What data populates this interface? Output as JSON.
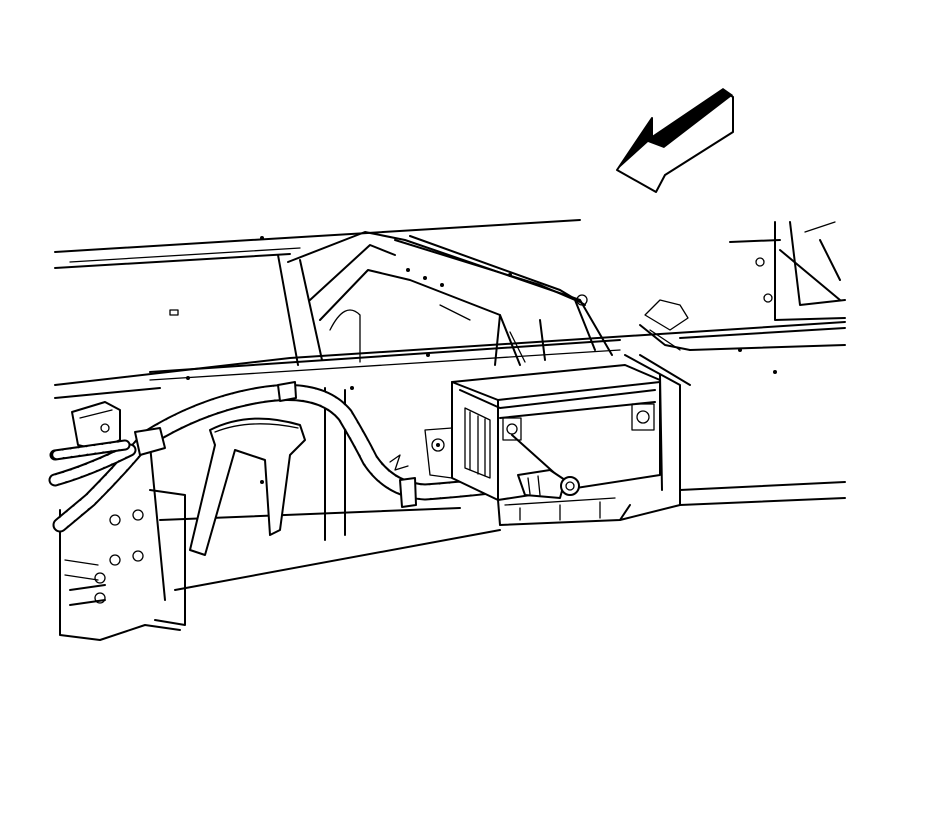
{
  "diagram": {
    "colors": {
      "line": "#000000",
      "background": "#ffffff"
    },
    "icons": [
      "direction-arrow-icon"
    ],
    "parts": [
      "frame-rail",
      "crossmember",
      "battery",
      "battery-tray",
      "wire-harness",
      "connector",
      "mounting-bracket"
    ]
  }
}
